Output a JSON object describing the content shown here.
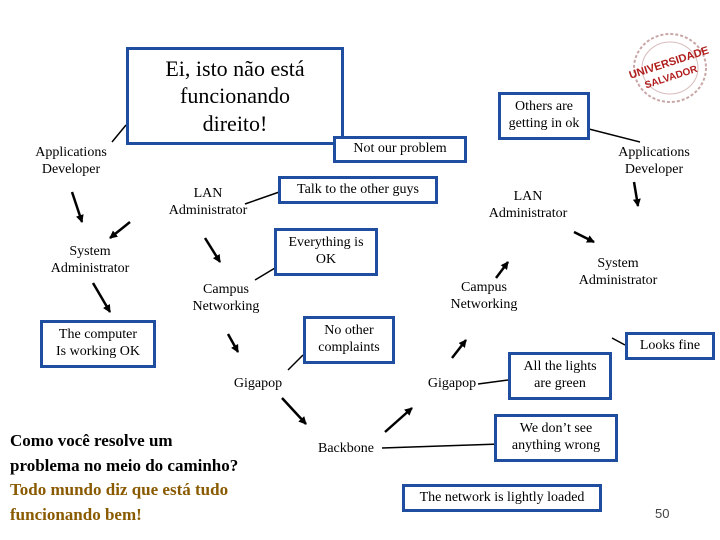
{
  "title_callout": {
    "line1": "Ei, isto não está",
    "line2": "funcionando",
    "line3": "direito!"
  },
  "callouts": {
    "others": [
      "Others are",
      "getting in ok"
    ],
    "not_our_problem": "Not our problem",
    "talk_to_others": "Talk to the other guys",
    "everything_ok": [
      "Everything is",
      "OK"
    ],
    "no_other_complaints": [
      "No other",
      "complaints"
    ],
    "looks_fine": "Looks fine",
    "lights_green": [
      "All the lights",
      "are green"
    ],
    "nothing_wrong": [
      "We don’t see",
      "anything wrong"
    ],
    "lightly_loaded": "The network is lightly loaded",
    "computer_ok": [
      "The computer",
      "Is working OK"
    ]
  },
  "nodes": {
    "left": {
      "app_dev": [
        "Applications",
        "Developer"
      ],
      "lan_admin": [
        "LAN",
        "Administrator"
      ],
      "sys_admin": [
        "System",
        "Administrator"
      ],
      "campus_net": [
        "Campus",
        "Networking"
      ],
      "gigapop": "Gigapop"
    },
    "backbone": "Backbone",
    "right": {
      "app_dev": [
        "Applications",
        "Developer"
      ],
      "lan_admin": [
        "LAN",
        "Administrator"
      ],
      "sys_admin": [
        "System",
        "Administrator"
      ],
      "campus_net": [
        "Campus",
        "Networking"
      ],
      "gigapop": "Gigapop"
    }
  },
  "bottom": {
    "q1": "Como você resolve um",
    "q2": "problema no meio do caminho?",
    "a1": "Todo mundo diz que está tudo",
    "a2": "funcionando bem!"
  },
  "logo": {
    "text_top": "UNIVERSIDADE",
    "text_bottom": "SALVADOR"
  },
  "slide_number": "50",
  "colors": {
    "callout_border": "#1f4ea1",
    "answer_text": "#8a5a00",
    "arrow": "#000000",
    "logo_red": "#b01c1c"
  }
}
